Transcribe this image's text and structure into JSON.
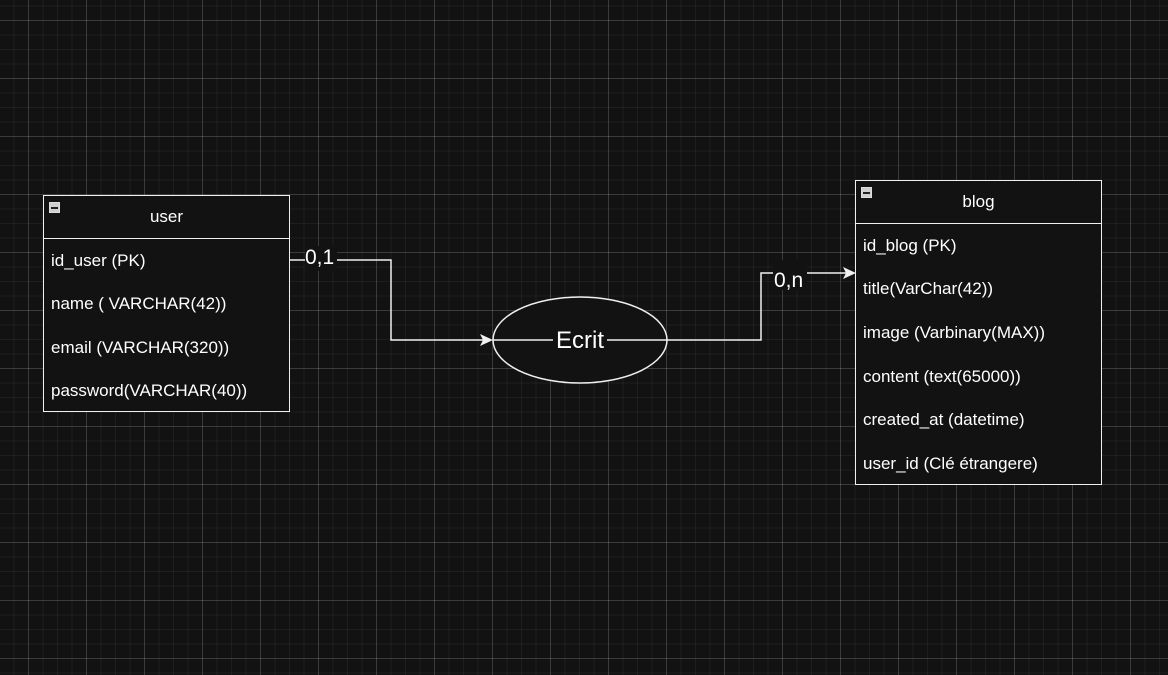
{
  "entities": {
    "user": {
      "title": "user",
      "fields": [
        "id_user (PK)",
        "name ( VARCHAR(42))",
        "email (VARCHAR(320))",
        "password(VARCHAR(40))"
      ]
    },
    "blog": {
      "title": "blog",
      "fields": [
        "id_blog (PK)",
        "title(VarChar(42))",
        "image (Varbinary(MAX))",
        "content (text(65000))",
        "created_at (datetime)",
        "user_id (Clé étrangere)"
      ]
    }
  },
  "relationship": {
    "label": "Ecrit",
    "user_cardinality": "0,1",
    "blog_cardinality": "0,n"
  },
  "icons": {
    "collapse": "collapse-minus-icon",
    "arrow": "arrowhead-icon"
  },
  "colors": {
    "background": "#121212",
    "stroke": "#f0f0f0",
    "text": "#ffffff"
  }
}
